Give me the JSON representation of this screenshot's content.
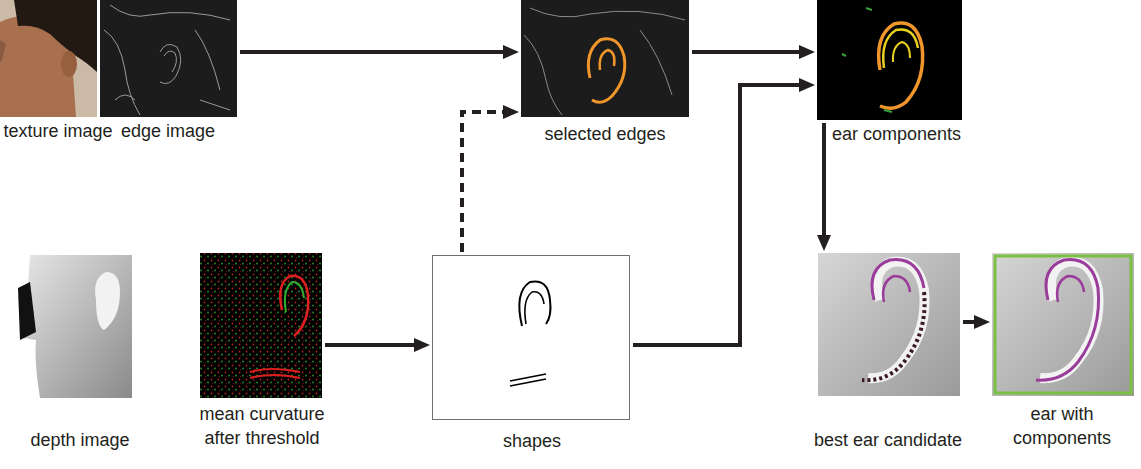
{
  "diagram": {
    "nodes": [
      {
        "text": [
          "texture image"
        ]
      },
      {
        "text": [
          "edge image"
        ]
      },
      {
        "text": [
          "selected edges"
        ]
      },
      {
        "text": [
          "ear components"
        ]
      },
      {
        "text": [
          "depth image"
        ]
      },
      {
        "text": [
          "mean curvature after threshold"
        ]
      },
      {
        "text": [
          "shapes"
        ]
      },
      {
        "text": [
          "best ear candidate"
        ]
      },
      {
        "text": [
          "ear with components"
        ]
      }
    ],
    "edges": [
      {
        "from": 1,
        "to": 2,
        "arrow": "to"
      },
      {
        "from": 6,
        "to": 2,
        "arrow": "to"
      },
      {
        "from": 2,
        "to": 3,
        "arrow": "to"
      },
      {
        "from": 6,
        "to": 3,
        "arrow": "to"
      },
      {
        "from": 3,
        "to": 7,
        "arrow": "to"
      },
      {
        "from": 5,
        "to": 6,
        "arrow": "to"
      },
      {
        "from": 7,
        "to": 8,
        "arrow": "to"
      }
    ]
  }
}
